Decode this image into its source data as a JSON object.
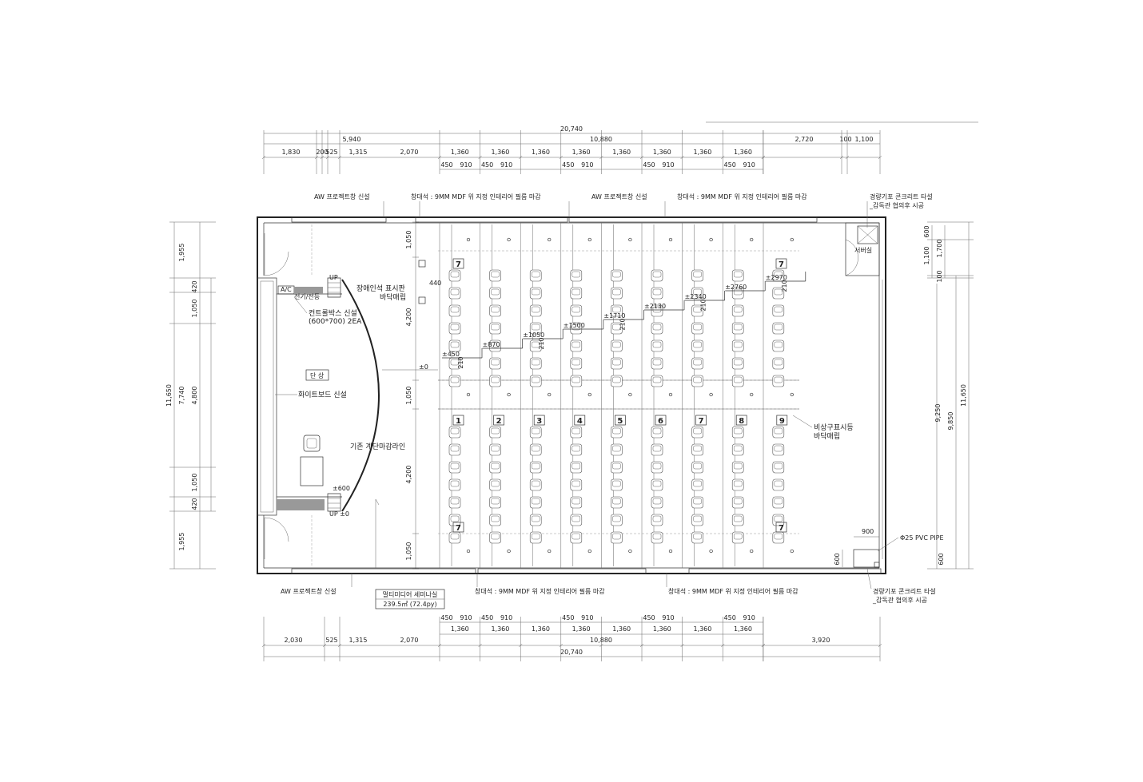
{
  "dims": {
    "top_total": "20,740",
    "top_row2": [
      "5,940",
      "10,880",
      "2,720",
      "100",
      "1,100"
    ],
    "top_row3": [
      "1,830",
      "200",
      "525",
      "1,315",
      "2,070",
      "1,360",
      "1,360",
      "1,360",
      "1,360",
      "1,360",
      "1,360",
      "1,360",
      "1,360"
    ],
    "module_pair": [
      "450",
      "910"
    ],
    "bottom_row3": [
      "2,030",
      "525",
      "1,315",
      "2,070",
      "10,880",
      "3,920"
    ],
    "bottom_total": "20,740",
    "left_outer": "11,650",
    "left_mid": [
      "1,955",
      "7,740",
      "1,955"
    ],
    "left_inner": [
      "420",
      "1,050",
      "4,800",
      "1,050",
      "420"
    ],
    "aisle_left": [
      "1,050",
      "4,200",
      "1,050",
      "4,200",
      "1,050"
    ],
    "right_outer": "11,650",
    "right_mid": [
      "9,850"
    ],
    "right_inner": [
      "600",
      "1,100",
      "1,700",
      "100",
      "9,250",
      "600"
    ],
    "right_box": [
      "900",
      "600"
    ],
    "step_440": "440"
  },
  "labels": {
    "aw_top_left": "AW 프로젝트창 신설",
    "aw_top_mid": "AW 프로젝트창 신설",
    "window_seat_top_1": "창대석 : 9MM MDF 위 지정 인테리어 필름 마감",
    "window_seat_top_2": "창대석 : 9MM MDF 위 지정 인테리어 필름 마감",
    "concrete_top_1": "경량기포 콘크리트 타설",
    "concrete_top_2": "_감독관 협의후 시공",
    "server_room": "서버실",
    "disabled_sign_1": "장애인석 표시판",
    "disabled_sign_2": "바닥매립",
    "control_box_1": "컨트롤박스 신설",
    "control_box_2": "(600*700) 2EA",
    "stage": "단 상",
    "whiteboard": "화이트보드 신설",
    "stair_line": "기존 계단마감라인",
    "emergency_1": "비상구표시등",
    "emergency_2": "바닥매립",
    "pvc_pipe": "Φ25 PVC PIPE",
    "aw_bottom": "AW 프로젝트창 신설",
    "window_seat_bottom_1": "창대석 : 9MM MDF 위 지정 인테리어 필름 마감",
    "window_seat_bottom_2": "창대석 : 9MM MDF 위 지정 인테리어 필름 마감",
    "concrete_bottom_1": "경량기포 콘크리트 타설",
    "concrete_bottom_2": "_감독관 협의후 시공",
    "room_name": "멀티미디어 세미나실",
    "room_area": "239.5㎡ (72.4py)",
    "ac_label": "A/C",
    "power_label": "전기/전등",
    "up_top": "UP",
    "up_bottom": "UP ±0",
    "level_600": "±600",
    "level_0": "±0"
  },
  "levels": [
    "±450",
    "±870",
    "±1050",
    "±1500",
    "±1710",
    "±2130",
    "±2340",
    "±2760",
    "±2970"
  ],
  "riser": "210",
  "row_numbers_top": [
    "7",
    "7"
  ],
  "row_numbers_mid": [
    "1",
    "2",
    "3",
    "4",
    "5",
    "6",
    "7",
    "8",
    "9"
  ],
  "row_numbers_bottom": [
    "7",
    "7"
  ]
}
